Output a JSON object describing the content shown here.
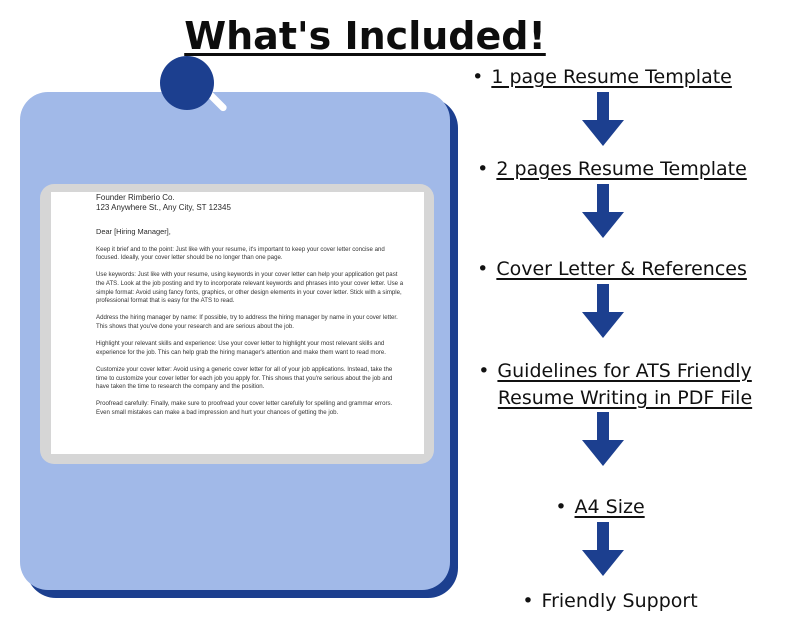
{
  "title": "What's Included!",
  "letter": {
    "company": "Founder Rimberio Co.",
    "address": "123 Anywhere St., Any City, ST 12345",
    "salutation": "Dear [Hiring Manager],",
    "paragraphs": [
      "Keep it brief and to the point: Just like with your resume, it's important to keep your cover letter concise and focused. Ideally, your cover letter should be no longer than one page.",
      "Use keywords: Just like with your resume, using keywords in your cover letter can help your application get past the ATS. Look at the job posting and try to incorporate relevant keywords and phrases into your cover letter. Use a simple format: Avoid using fancy fonts, graphics, or other design elements in your cover letter. Stick with a simple, professional format that is easy for the ATS to read.",
      "Address the hiring manager by name: If possible, try to address the hiring manager by name in your cover letter. This shows that you've done your research and are serious about the job.",
      "Highlight your relevant skills and experience: Use your cover letter to highlight your most relevant skills and experience for the job. This can help grab the hiring manager's attention and make them want to read more.",
      "Customize your cover letter: Avoid using a generic cover letter for all of your job applications. Instead, take the time to customize your cover letter for each job you apply for. This shows that you're serious about the job and have taken the time to research the company and the position.",
      "Proofread carefully: Finally, make sure to proofread your cover letter carefully for spelling and grammar errors. Even small mistakes can make a bad impression and hurt your chances of getting the job."
    ]
  },
  "items": [
    {
      "bullet": "•",
      "lines": [
        "1 page Resume Template"
      ]
    },
    {
      "bullet": "•",
      "lines": [
        "2 pages Resume Template"
      ]
    },
    {
      "bullet": "•",
      "lines": [
        "Cover Letter & References"
      ]
    },
    {
      "bullet": "•",
      "lines": [
        "Guidelines for ATS Friendly",
        "Resume Writing in PDF File"
      ]
    },
    {
      "bullet": "•",
      "lines": [
        "A4 Size"
      ]
    },
    {
      "bullet": "•",
      "lines": [
        "Friendly Support"
      ]
    }
  ],
  "icons": {
    "arrow": "arrow-down-icon",
    "pin": "pushpin-icon"
  },
  "colors": {
    "accent": "#1c3f8f",
    "card": "#a1b9e8",
    "frame": "#d6d6d6"
  }
}
